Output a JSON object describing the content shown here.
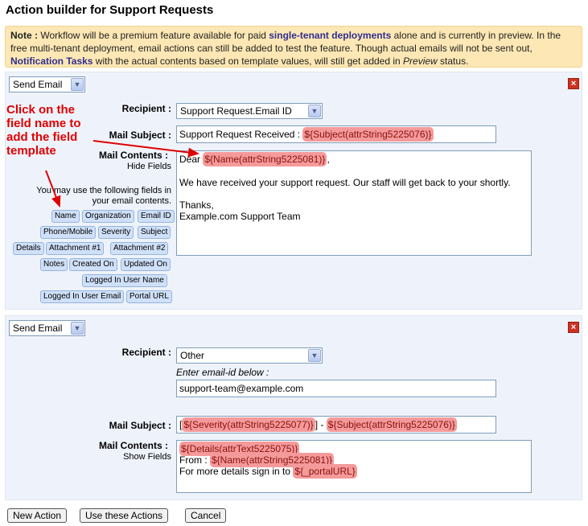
{
  "page_title": "Action builder for Support Requests",
  "note": {
    "label": "Note :",
    "t1": " Workflow will be a premium feature available for paid ",
    "link1": "single-tenant deployments",
    "t2": " alone and is currently in preview. In the free multi-tenant deployment, email actions can still be added to test the feature. Though actual emails will not be sent out, ",
    "link2": "Notification Tasks",
    "t3": " with the actual contents based on template values, will still get added in ",
    "em": "Preview",
    "t4": " status."
  },
  "annotation": {
    "line1": "Click on the",
    "line2": "field name to",
    "line3": "add the field",
    "line4": "template"
  },
  "action1": {
    "type": "Send Email",
    "close": "×",
    "recipient_label": "Recipient :",
    "recipient_value": "Support Request.Email ID",
    "subject_label": "Mail Subject :",
    "subject_text": "Support Request Received : ",
    "subject_tag": "${Subject(attrString5225076)}",
    "contents_label": "Mail Contents :",
    "toggle": "Hide Fields",
    "body_dear": "Dear ",
    "body_tag": "${Name(attrString5225081)}",
    "body_comma": ",",
    "body_line2": "We have received your support request. Our staff will get back to your shortly.",
    "body_line3": "Thanks,",
    "body_line4": "Example.com Support Team",
    "help_line1": "You may use the following fields in",
    "help_line2": "your email contents.",
    "fields": [
      "Name",
      "Organization",
      "Email ID",
      "Phone/Mobile",
      "Severity",
      "Subject",
      "Details",
      "Attachment #1",
      "Attachment #2",
      "Notes",
      "Created On",
      "Updated On",
      "Logged In User Name",
      "Logged In User Email",
      "Portal URL"
    ]
  },
  "action2": {
    "type": "Send Email",
    "close": "×",
    "recipient_label": "Recipient :",
    "recipient_value": "Other",
    "email_hint": "Enter email-id below :",
    "email_value": "support-team@example.com",
    "subject_label": "Mail Subject :",
    "subject_open": "[",
    "subject_tag1": "${Severity(attrString5225077)}",
    "subject_mid": "] - ",
    "subject_tag2": "${Subject(attrString5225076)}",
    "contents_label": "Mail Contents :",
    "toggle": "Show Fields",
    "body_tag1": "${Details(attrText5225075)}",
    "body_from": "From : ",
    "body_tag2": "${Name(attrString5225081)}",
    "body_more": "For more details sign in to ",
    "body_tag3": "${_portalURL}"
  },
  "buttons": {
    "new_action": "New Action",
    "use_actions": "Use these Actions",
    "cancel": "Cancel"
  },
  "colors": {
    "note_bg": "#fde7b4",
    "panel_bg": "#eef3fb",
    "tag_bg": "#f59a9a",
    "annotation": "#e00000",
    "link": "#2e2e8f"
  }
}
